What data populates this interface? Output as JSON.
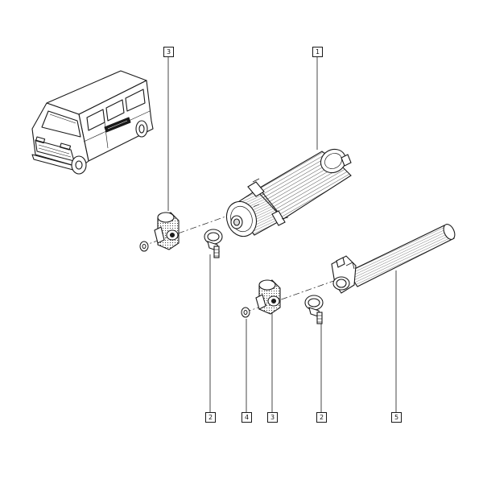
{
  "callouts": {
    "silencer": "1",
    "clamp_left": "2",
    "clamp_right": "2",
    "mount_left": "3",
    "mount_right": "3",
    "washer": "4",
    "tailpipe": "5"
  },
  "colors": {
    "line": "#1a1a1a",
    "hatch": "#555555",
    "background": "#ffffff"
  }
}
